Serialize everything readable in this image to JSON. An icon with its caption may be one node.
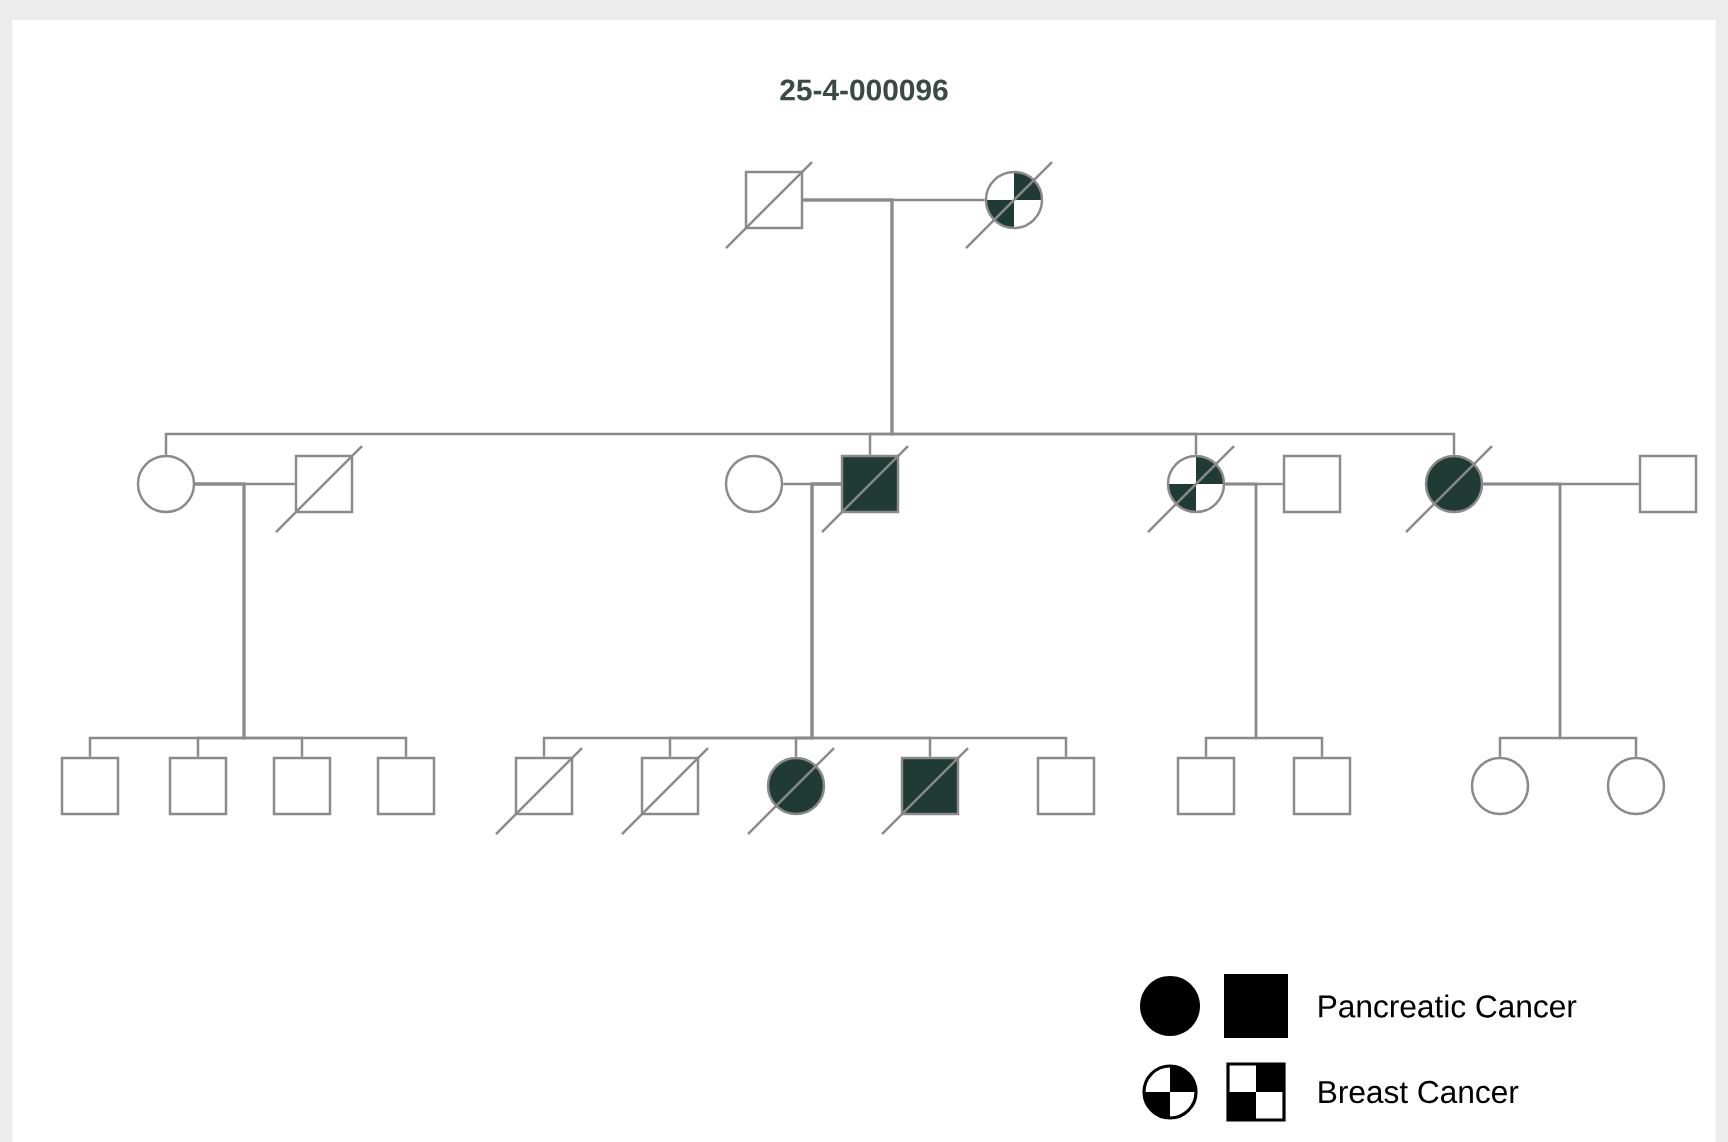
{
  "diagram": {
    "title": "25-4-000096",
    "nodes": [
      {
        "text": [],
        "shape": "box"
      },
      {
        "text": [],
        "shape": "circle"
      },
      {
        "text": [],
        "shape": "circle"
      },
      {
        "text": [],
        "shape": "box"
      },
      {
        "text": [],
        "shape": "circle"
      },
      {
        "text": [],
        "shape": "box"
      },
      {
        "text": [],
        "shape": "circle"
      },
      {
        "text": [],
        "shape": "box"
      },
      {
        "text": [],
        "shape": "circle"
      },
      {
        "text": [],
        "shape": "box"
      },
      {
        "text": [],
        "shape": "box"
      },
      {
        "text": [],
        "shape": "box"
      },
      {
        "text": [],
        "shape": "box"
      },
      {
        "text": [],
        "shape": "box"
      },
      {
        "text": [],
        "shape": "box"
      },
      {
        "text": [],
        "shape": "box"
      },
      {
        "text": [],
        "shape": "circle"
      },
      {
        "text": [],
        "shape": "box"
      },
      {
        "text": [],
        "shape": "box"
      },
      {
        "text": [],
        "shape": "box"
      },
      {
        "text": [],
        "shape": "box"
      },
      {
        "text": [],
        "shape": "circle"
      },
      {
        "text": [],
        "shape": "circle"
      }
    ],
    "edges": [
      {
        "from": 0,
        "to": 1,
        "arrow": "none"
      },
      {
        "from": 2,
        "to": 3,
        "arrow": "none"
      },
      {
        "from": 4,
        "to": 5,
        "arrow": "none"
      },
      {
        "from": 6,
        "to": 7,
        "arrow": "none"
      },
      {
        "from": 8,
        "to": 9,
        "arrow": "none"
      },
      {
        "from": 0,
        "to": 2,
        "arrow": "none"
      },
      {
        "from": 0,
        "to": 5,
        "arrow": "none"
      },
      {
        "from": 0,
        "to": 6,
        "arrow": "none"
      },
      {
        "from": 0,
        "to": 8,
        "arrow": "none"
      },
      {
        "from": 2,
        "to": 10,
        "arrow": "none"
      },
      {
        "from": 2,
        "to": 11,
        "arrow": "none"
      },
      {
        "from": 2,
        "to": 12,
        "arrow": "none"
      },
      {
        "from": 2,
        "to": 13,
        "arrow": "none"
      },
      {
        "from": 5,
        "to": 14,
        "arrow": "none"
      },
      {
        "from": 5,
        "to": 15,
        "arrow": "none"
      },
      {
        "from": 5,
        "to": 16,
        "arrow": "none"
      },
      {
        "from": 5,
        "to": 17,
        "arrow": "none"
      },
      {
        "from": 5,
        "to": 18,
        "arrow": "none"
      },
      {
        "from": 6,
        "to": 19,
        "arrow": "none"
      },
      {
        "from": 6,
        "to": 20,
        "arrow": "none"
      },
      {
        "from": 8,
        "to": 21,
        "arrow": "none"
      },
      {
        "from": 8,
        "to": 22,
        "arrow": "none"
      }
    ],
    "legend": [
      {
        "text": "Pancreatic Cancer"
      },
      {
        "text": "Breast Cancer"
      }
    ]
  }
}
